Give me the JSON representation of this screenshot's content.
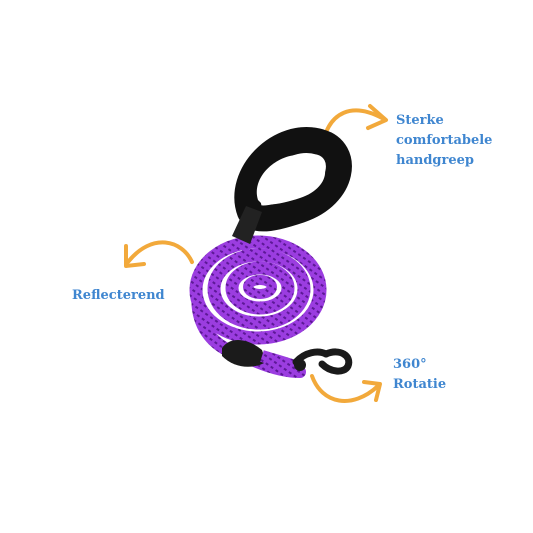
{
  "colors": {
    "background": "#ffffff",
    "label_text": "#3f86d0",
    "arrow": "#f2a93b",
    "rope": "#9b3de0",
    "rope_dark": "#6d1fb0",
    "handle": "#111111",
    "metal": "#1a1a1a"
  },
  "labels": {
    "handle": {
      "line1": "Sterke",
      "line2": "comfortabele",
      "line3": "handgreep"
    },
    "reflective": "Reflecterend",
    "rotation": {
      "line1": "360°",
      "line2": "Rotatie"
    }
  },
  "icons": [
    "arrow-handle-icon",
    "arrow-reflective-icon",
    "arrow-rotation-icon",
    "dog-leash-image"
  ]
}
